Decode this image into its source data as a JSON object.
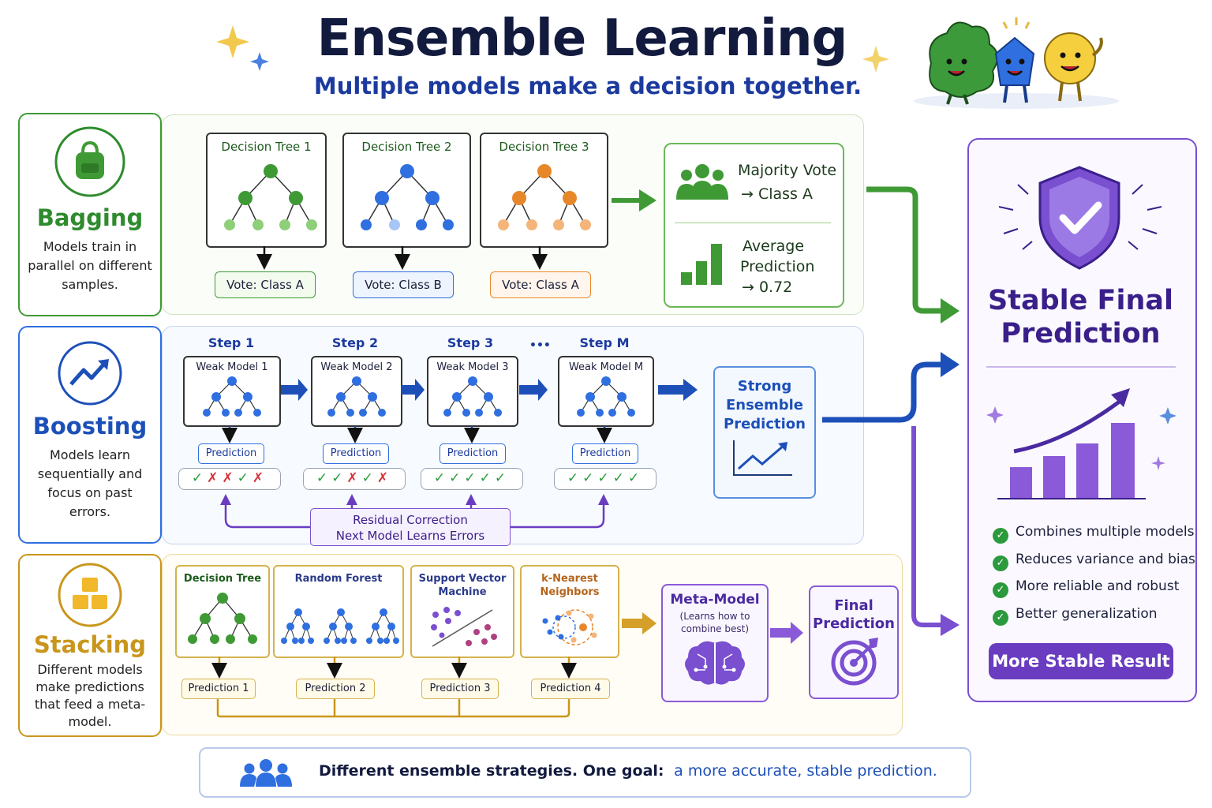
{
  "header": {
    "title": "Ensemble Learning",
    "subtitle": "Multiple models make a decision together."
  },
  "bagging": {
    "name": "Bagging",
    "description": "Models train in parallel on different samples.",
    "trees": [
      {
        "title": "Decision Tree 1",
        "vote": "Vote: Class A"
      },
      {
        "title": "Decision Tree 2",
        "vote": "Vote: Class B"
      },
      {
        "title": "Decision Tree 3",
        "vote": "Vote: Class A"
      }
    ],
    "majority_vote": {
      "line1": "Majority Vote",
      "line2": "→ Class A"
    },
    "average": {
      "line1": "Average",
      "line2": "Prediction",
      "line3": "→ 0.72"
    }
  },
  "boosting": {
    "name": "Boosting",
    "description": "Models learn sequentially and focus on past errors.",
    "steps": [
      {
        "step": "Step 1",
        "model": "Weak Model 1",
        "prediction": "Prediction",
        "checks": "✓✗✗✓✗"
      },
      {
        "step": "Step 2",
        "model": "Weak Model 2",
        "prediction": "Prediction",
        "checks": "✓✓✗✓✗"
      },
      {
        "step": "Step 3",
        "model": "Weak Model 3",
        "prediction": "Prediction",
        "checks": "✓✓✓✓✓"
      },
      {
        "step": "Step M",
        "model": "Weak Model M",
        "prediction": "Prediction",
        "checks": "✓✓✓✓✓"
      }
    ],
    "ellipsis": "•••",
    "strong": {
      "line1": "Strong",
      "line2": "Ensemble",
      "line3": "Prediction"
    },
    "residual": {
      "line1": "Residual Correction",
      "line2": "Next Model Learns Errors"
    }
  },
  "stacking": {
    "name": "Stacking",
    "description": "Different models make predictions that feed a meta-model.",
    "models": [
      {
        "title": "Decision Tree",
        "prediction": "Prediction 1"
      },
      {
        "title": "Random Forest",
        "prediction": "Prediction 2"
      },
      {
        "title": "Support Vector Machine",
        "prediction": "Prediction 3"
      },
      {
        "title": "k-Nearest Neighbors",
        "prediction": "Prediction 4"
      }
    ],
    "meta": {
      "title": "Meta-Model",
      "sub": "(Learns how to combine best)"
    },
    "final": {
      "line1": "Final",
      "line2": "Prediction"
    }
  },
  "result": {
    "title_line1": "Stable Final",
    "title_line2": "Prediction",
    "benefits": [
      "Combines multiple models",
      "Reduces variance and bias",
      "More reliable and robust",
      "Better generalization"
    ],
    "button": "More Stable Result"
  },
  "footer": {
    "text": "Different ensemble strategies. One goal:",
    "highlight": "a more accurate, stable prediction."
  },
  "colors": {
    "bagging": "#2e8b2e",
    "boosting": "#1c4fb8",
    "stacking": "#c9961d",
    "result": "#6a3dc0"
  },
  "icons": [
    "backpack-icon",
    "trend-up-icon",
    "blocks-icon",
    "people-icon",
    "bar-chart-icon",
    "shield-check-icon",
    "brain-icon",
    "target-icon",
    "sparkle-icon"
  ]
}
